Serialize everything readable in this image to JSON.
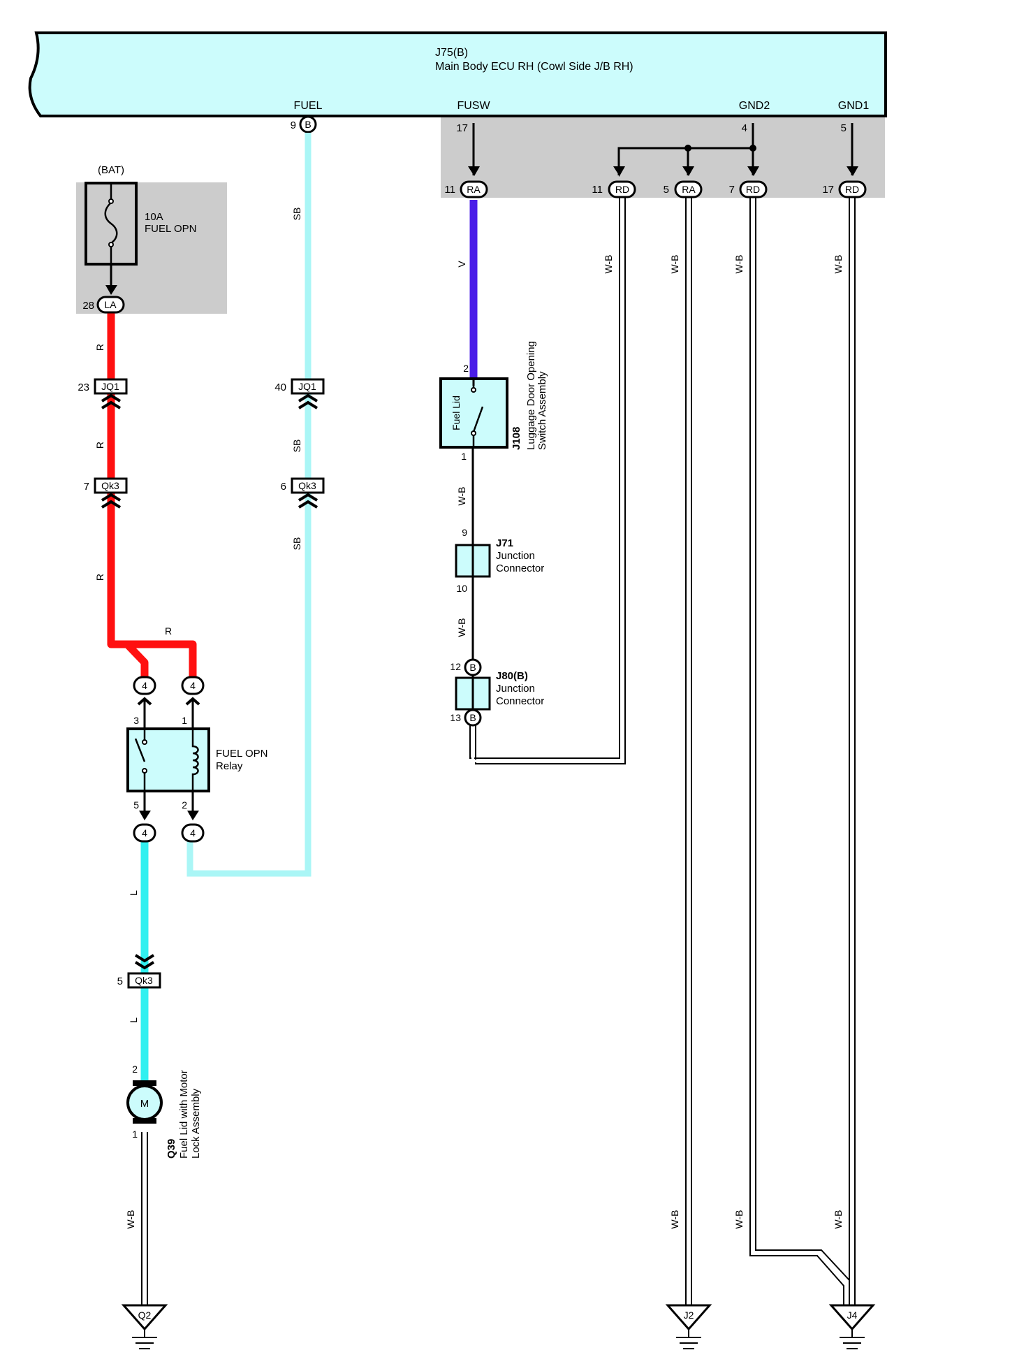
{
  "ecu": {
    "code": "J75(B)",
    "name": "Main Body ECU RH (Cowl Side J/B RH)",
    "terminals": [
      {
        "name": "FUEL",
        "pin": "9",
        "conn": "B"
      },
      {
        "name": "FUSW",
        "pin": "17"
      },
      {
        "name": "GND2",
        "pin": "4"
      },
      {
        "name": "GND1",
        "pin": "5"
      }
    ]
  },
  "fuse": {
    "source": "(BAT)",
    "rating": "10A",
    "name": "FUEL OPN",
    "pin": "28",
    "conn": "LA"
  },
  "connectors_top": [
    {
      "pin": "11",
      "conn": "RA"
    },
    {
      "pin": "11",
      "conn": "RD"
    },
    {
      "pin": "5",
      "conn": "RA"
    },
    {
      "pin": "7",
      "conn": "RD"
    },
    {
      "pin": "17",
      "conn": "RD"
    }
  ],
  "inline_connectors": [
    {
      "pin": "23",
      "conn": "JQ1"
    },
    {
      "pin": "7",
      "conn": "Qk3"
    },
    {
      "pin": "40",
      "conn": "JQ1"
    },
    {
      "pin": "6",
      "conn": "Qk3"
    },
    {
      "pin": "5",
      "conn": "Qk3"
    }
  ],
  "wire_colors": {
    "r1": "R",
    "r2": "R",
    "r3": "R",
    "r4": "R",
    "sb1": "SB",
    "sb2": "SB",
    "sb3": "SB",
    "v": "V",
    "wb_j108": "W-B",
    "wb_j71": "W-B",
    "wb1": "W-B",
    "wb2": "W-B",
    "wb3": "W-B",
    "wb4": "W-B",
    "l1": "L",
    "l2": "L",
    "wb_motor": "W-B",
    "wb_j2": "W-B",
    "wb_gnd7": "W-B",
    "wb_j4": "W-B"
  },
  "relay": {
    "name": "FUEL OPN",
    "sub": "Relay",
    "pins": {
      "p3": "3",
      "p1": "1",
      "p5": "5",
      "p2": "2"
    },
    "conn_pin": "4"
  },
  "switch": {
    "code": "J108",
    "name_line1": "Luggage Door Opening",
    "name_line2": "Switch Assembly",
    "inner": "Fuel Lid",
    "pin_top": "2",
    "pin_bottom": "1"
  },
  "j71": {
    "code": "J71",
    "line1": "Junction",
    "line2": "Connector",
    "pin_top": "9",
    "pin_bottom": "10"
  },
  "j80": {
    "code": "J80(B)",
    "line1": "Junction",
    "line2": "Connector",
    "pin_top": "12",
    "pin_bottom": "13",
    "conn": "B"
  },
  "motor": {
    "code": "Q39",
    "line1": "Fuel Lid with Motor",
    "line2": "Lock Assembly",
    "symbol": "M",
    "pin_top": "2",
    "pin_bottom": "1"
  },
  "grounds": [
    "Q2",
    "J2",
    "J4"
  ],
  "colors": {
    "ecu_fill": "#ccfcfc",
    "shade": "#cccccc",
    "red": "#ff1010",
    "sky": "#aaf6f6",
    "violet": "#4a1de8",
    "blue_l": "#30f0f0"
  }
}
